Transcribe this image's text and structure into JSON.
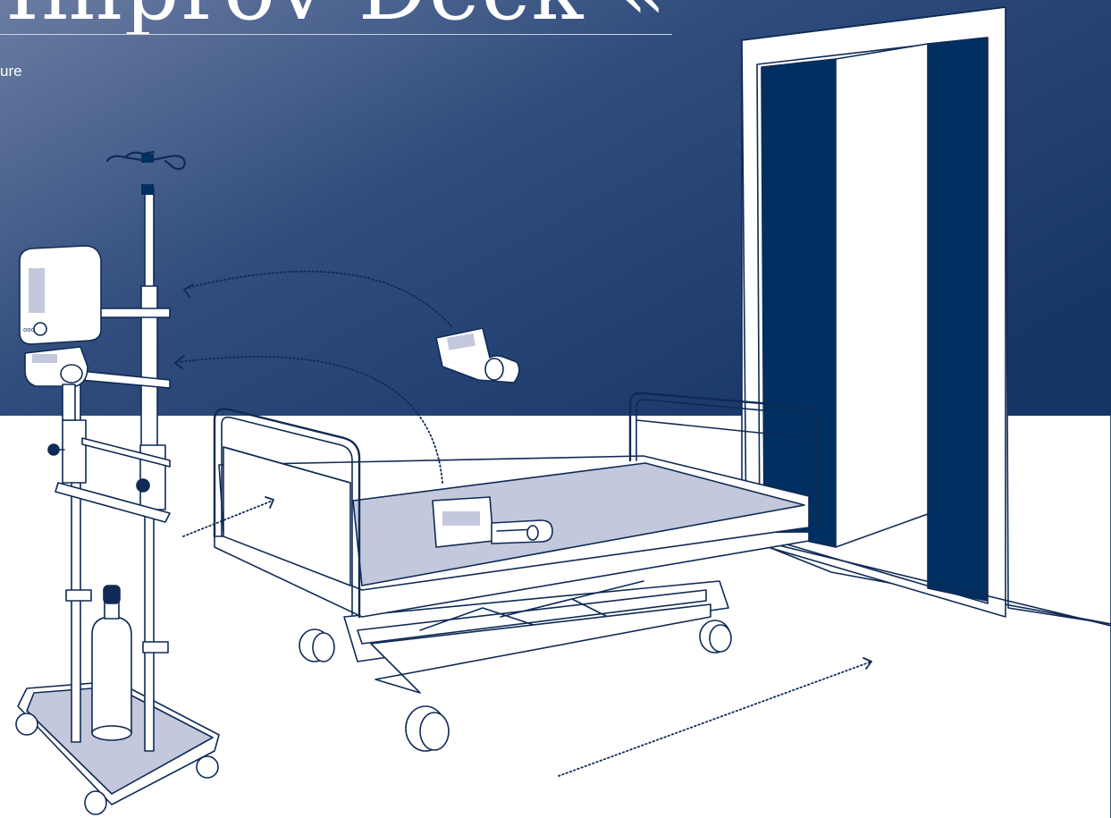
{
  "header": {
    "title": "Improv-Deck «",
    "subtitle": "ure"
  },
  "colors": {
    "background_dark": "#1d3a6e",
    "background_light": "#5b6e99",
    "navy": "#003061",
    "lavender": "#c3c8dc",
    "line": "#0f2a55"
  },
  "scene": {
    "objects": [
      "iv-pole",
      "monitor",
      "syringe-pump",
      "oxygen-cylinder",
      "hospital-bed",
      "doorway"
    ],
    "arrows": [
      "pump-to-pole-arrow",
      "pump-to-bed-arrow",
      "trolley-to-bed-arrow",
      "bed-to-door-arrow"
    ]
  }
}
